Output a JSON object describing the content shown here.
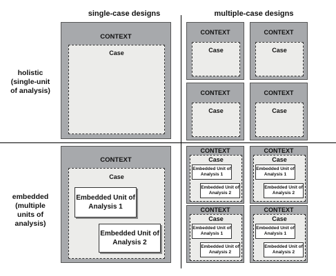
{
  "headers": {
    "single": "single-case designs",
    "multiple": "multiple-case designs"
  },
  "rows": {
    "holistic": [
      "holistic",
      "(single-unit",
      "of analysis)"
    ],
    "embedded": [
      "embedded",
      "(multiple",
      "units of",
      "analysis)"
    ]
  },
  "labels": {
    "context": "CONTEXT",
    "case": "Case",
    "unit1": "Embedded Unit of Analysis 1",
    "unit2": "Embedded Unit of Analysis 2"
  }
}
